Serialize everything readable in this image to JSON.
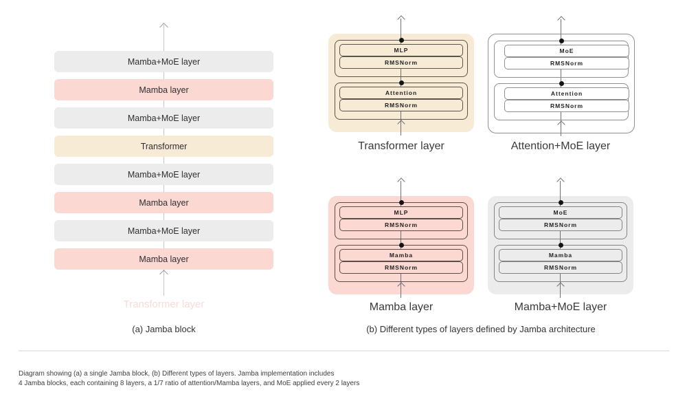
{
  "jamba_block": {
    "caption": "(a) Jamba block",
    "ghost_label": "Transformer layer",
    "layers": [
      {
        "label": "Mamba+MoE layer",
        "type": "moe"
      },
      {
        "label": "Mamba layer",
        "type": "mamba"
      },
      {
        "label": "Mamba+MoE layer",
        "type": "moe"
      },
      {
        "label": "Transformer",
        "type": "transformer"
      },
      {
        "label": "Mamba+MoE layer",
        "type": "moe"
      },
      {
        "label": "Mamba layer",
        "type": "mamba"
      },
      {
        "label": "Mamba+MoE layer",
        "type": "moe"
      },
      {
        "label": "Mamba layer",
        "type": "mamba"
      }
    ]
  },
  "layer_types": {
    "caption": "(b) Different types of layers defined by Jamba architecture",
    "diagrams": [
      {
        "name": "Transformer layer",
        "style": "tan",
        "groups": [
          [
            "MLP",
            "RMSNorm"
          ],
          [
            "Attention",
            "RMSNorm"
          ]
        ]
      },
      {
        "name": "Attention+MoE layer",
        "style": "white",
        "groups": [
          [
            "MoE",
            "RMSNorm"
          ],
          [
            "Attention",
            "RMSNorm"
          ]
        ]
      },
      {
        "name": "Mamba layer",
        "style": "pink",
        "groups": [
          [
            "MLP",
            "RMSNorm"
          ],
          [
            "Mamba",
            "RMSNorm"
          ]
        ]
      },
      {
        "name": "Mamba+MoE layer",
        "style": "gray",
        "groups": [
          [
            "MoE",
            "RMSNorm"
          ],
          [
            "Mamba",
            "RMSNorm"
          ]
        ]
      }
    ]
  },
  "footer": {
    "line1": "Diagram showing (a) a single Jamba block, (b) Different types of layers. Jamba implementation includes",
    "line2": "4 Jamba blocks, each containing 8 layers, a 1/7 ratio of attention/Mamba layers, and MoE applied every 2 layers"
  },
  "colors": {
    "mamba_pink": "#FBD8D1",
    "moe_gray": "#ECECEC",
    "transformer_tan": "#F7EBD5",
    "attention_moe_white": "#FFFFFF",
    "divider_gray": "#E9E9E9"
  }
}
